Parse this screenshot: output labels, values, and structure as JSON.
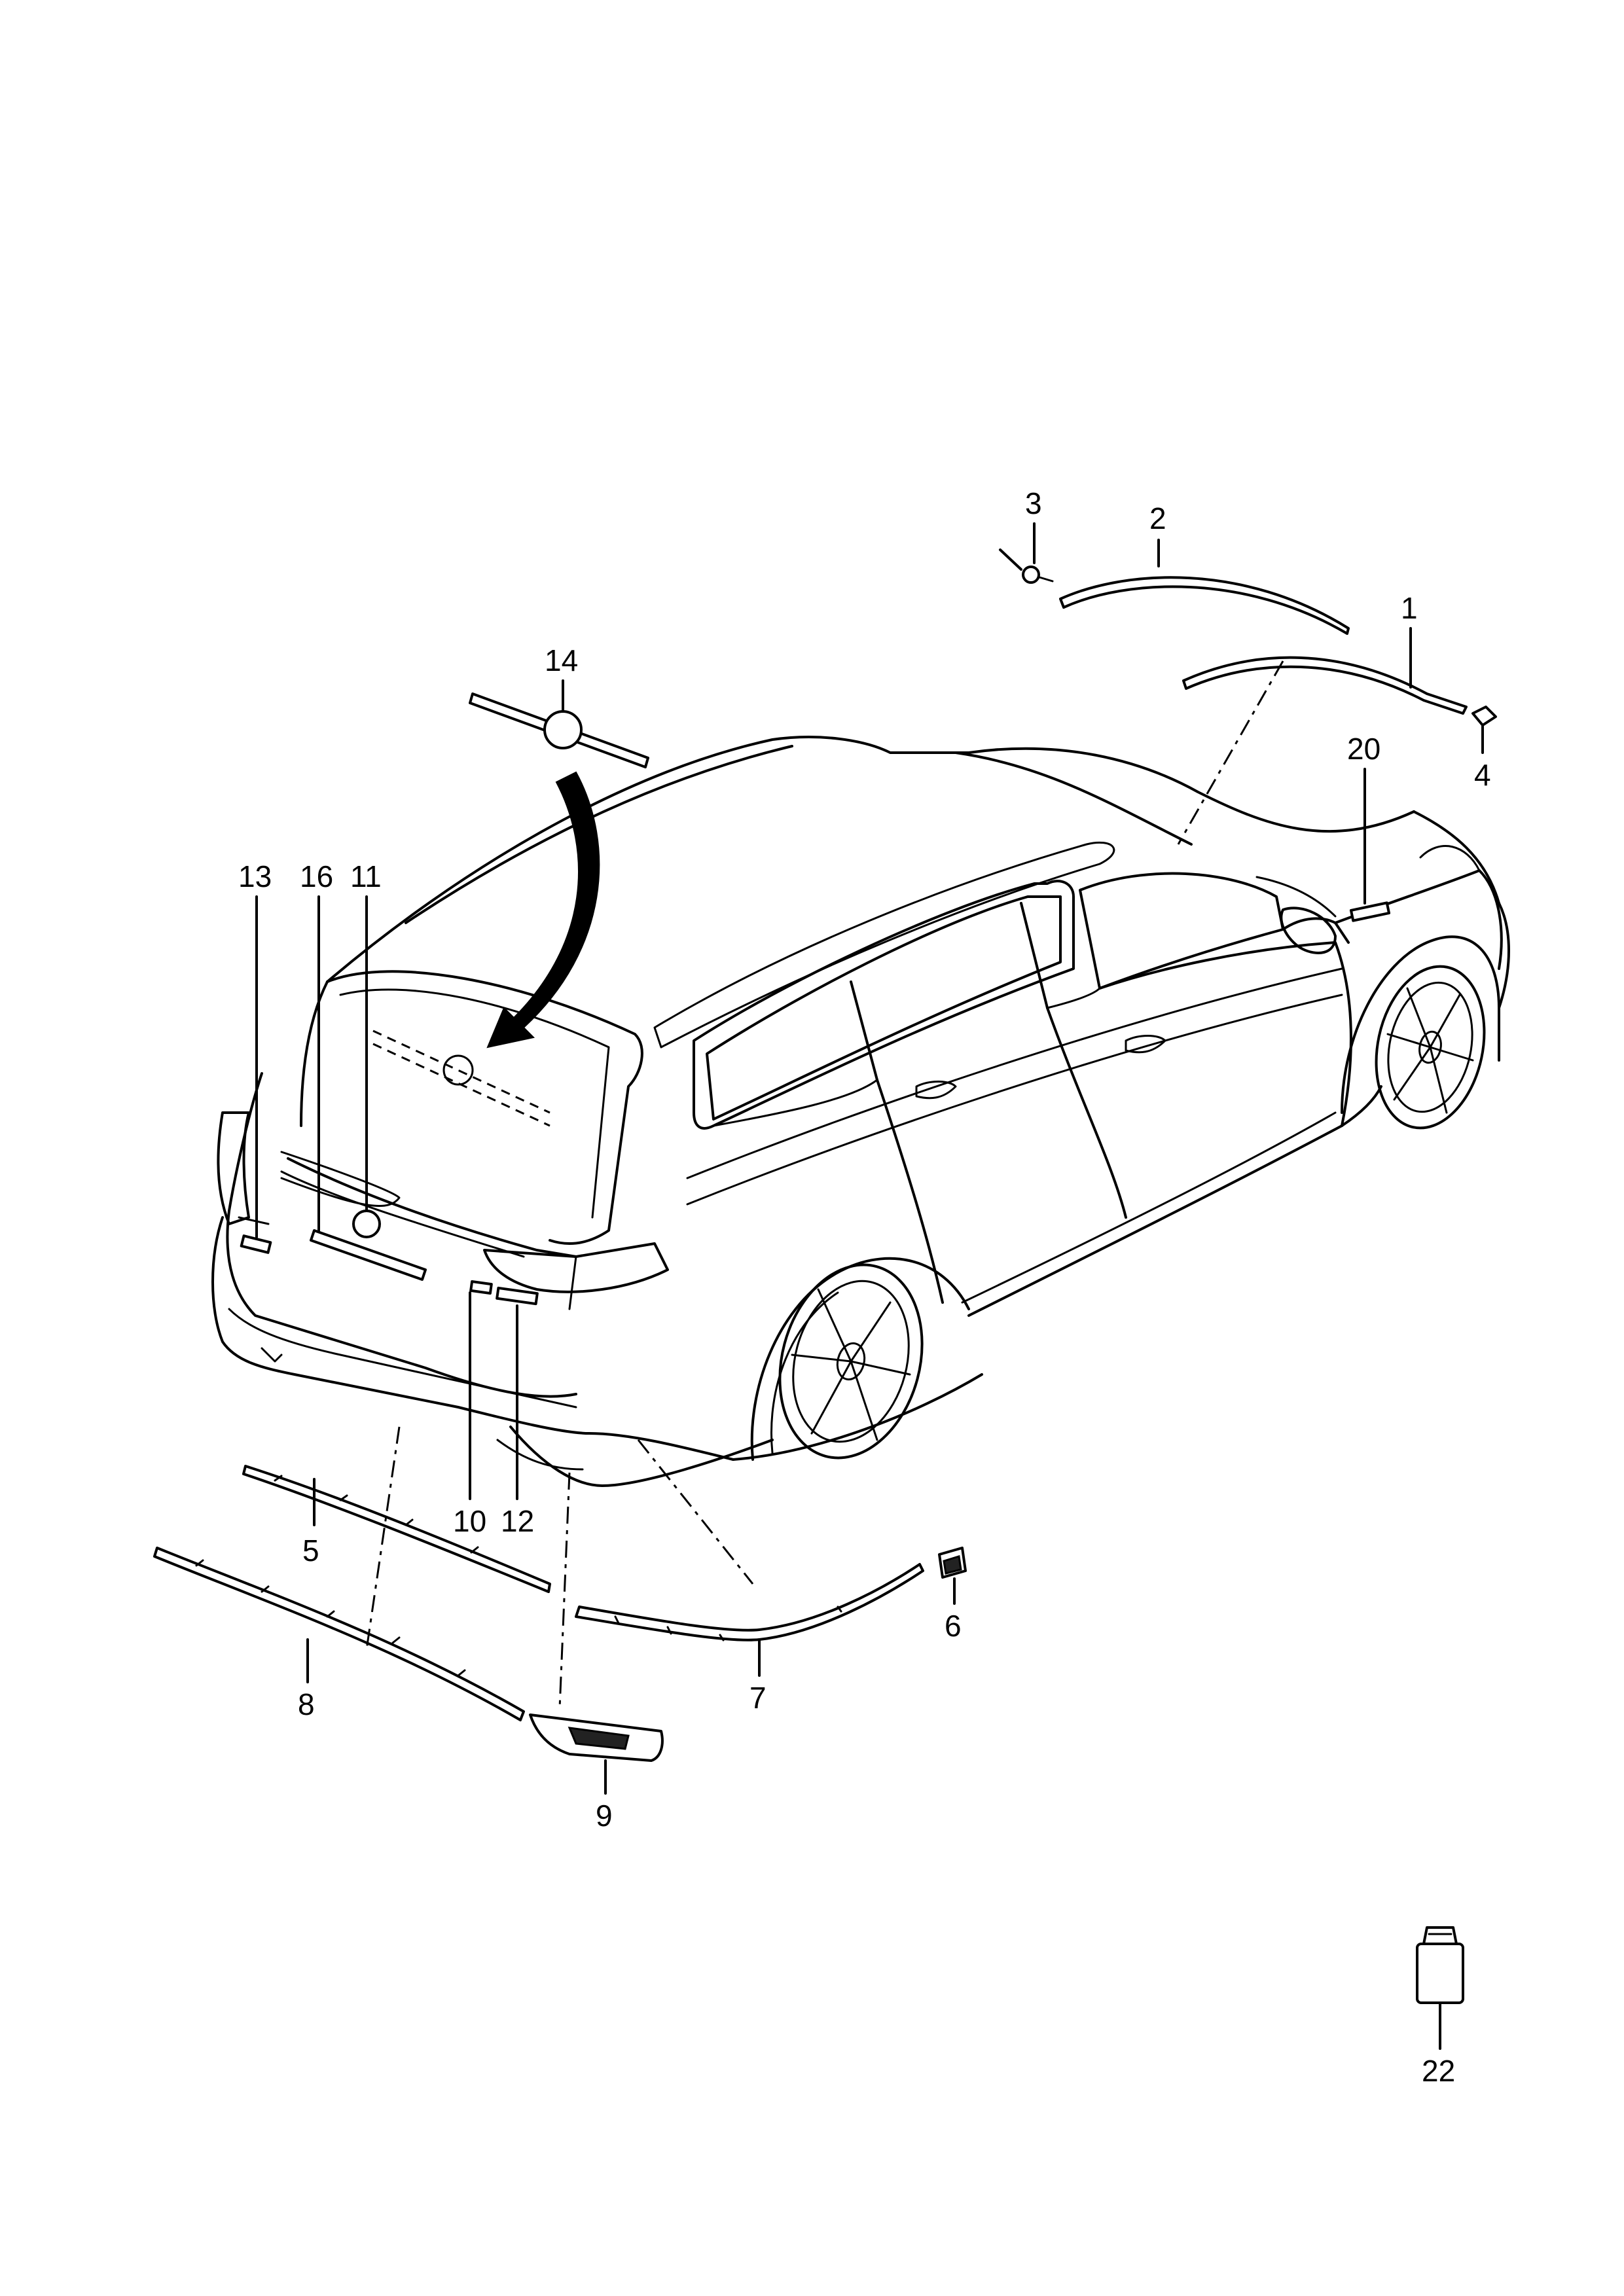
{
  "callouts": {
    "c1": "1",
    "c2": "2",
    "c3": "3",
    "c4": "4",
    "c5": "5",
    "c6": "6",
    "c7": "7",
    "c8": "8",
    "c9": "9",
    "c10": "10",
    "c11": "11",
    "c12": "12",
    "c13": "13",
    "c14": "14",
    "c16": "16",
    "c20": "20",
    "c22": "22"
  }
}
